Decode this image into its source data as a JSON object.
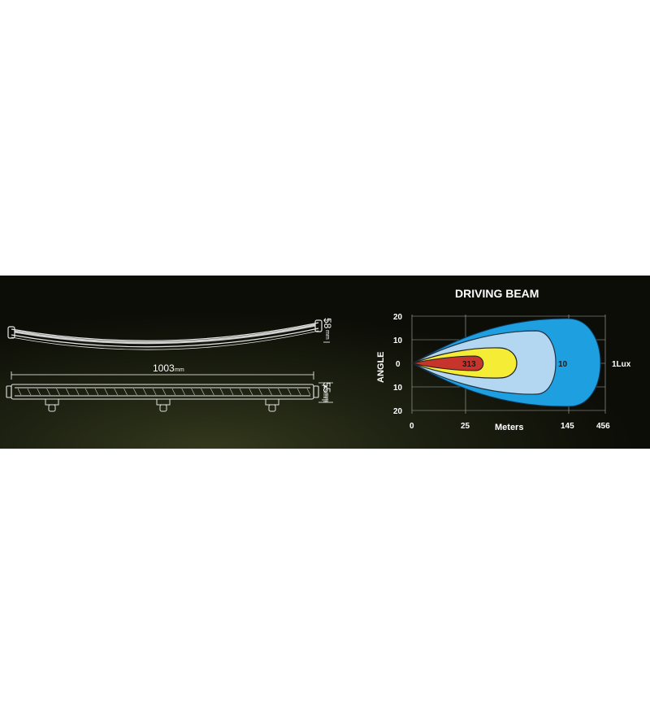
{
  "drawing": {
    "length_value": "1003",
    "length_unit": "mm",
    "curve_height_value": "58",
    "curve_height_unit": "mm",
    "outer_height_value": "55",
    "inner_height_value": "45",
    "height_unit": "mm"
  },
  "beam": {
    "title": "DRIVING BEAM",
    "y_axis_label": "ANGLE",
    "x_axis_label": "Meters",
    "y_ticks": [
      "20",
      "10",
      "0",
      "10",
      "20"
    ],
    "x_ticks": [
      "0",
      "25",
      "145",
      "456"
    ],
    "zones": [
      {
        "name": "outer",
        "label": "1Lux",
        "color": "#1e9fe0"
      },
      {
        "name": "mid",
        "label": "10",
        "color": "#b4d7f1"
      },
      {
        "name": "inner",
        "label": "",
        "color": "#f4ec35"
      },
      {
        "name": "core",
        "label": "313",
        "color": "#c6342b"
      }
    ]
  }
}
